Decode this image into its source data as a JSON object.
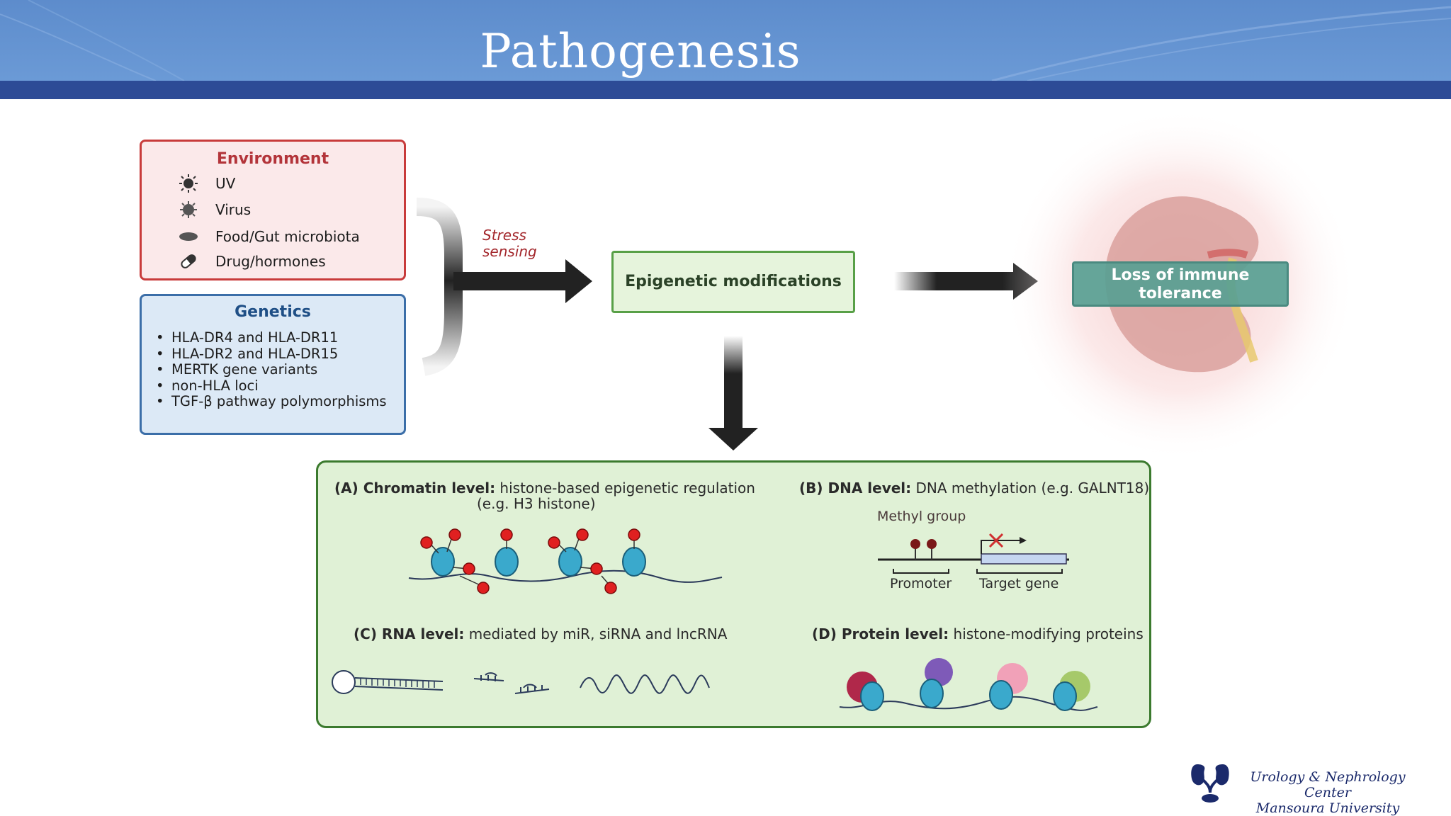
{
  "slide": {
    "title": "Pathogenesis"
  },
  "environment": {
    "title": "Environment",
    "items": [
      {
        "icon": "uv-icon",
        "label": "UV"
      },
      {
        "icon": "virus-icon",
        "label": "Virus"
      },
      {
        "icon": "gut-microbiota-icon",
        "label": "Food/Gut microbiota"
      },
      {
        "icon": "pill-icon",
        "label": "Drug/hormones"
      }
    ]
  },
  "genetics": {
    "title": "Genetics",
    "items": [
      "HLA-DR4 and HLA-DR11",
      "HLA-DR2 and HLA-DR15",
      "MERTK gene variants",
      "non-HLA loci",
      "TGF-β pathway polymorphisms"
    ]
  },
  "stress_sensing": {
    "line1": "Stress",
    "line2": "sensing"
  },
  "epigenetic": {
    "label": "Epigenetic modifications"
  },
  "outcome": {
    "line1": "Loss of immune",
    "line2": "tolerance"
  },
  "panel": {
    "a": {
      "bold": "(A) Chromatin level:",
      "text": " histone-based epigenetic regulation",
      "sub": "(e.g. H3 histone)"
    },
    "b": {
      "bold": "(B) DNA level:",
      "text": " DNA methylation (e.g. GALNT18)",
      "methyl": "Methyl group",
      "promoter": "Promoter",
      "target": "Target gene"
    },
    "c": {
      "bold": "(C) RNA level:",
      "text": " mediated by miR, siRNA and lncRNA"
    },
    "d": {
      "bold": "(D) Protein level:",
      "text": " histone-modifying proteins"
    }
  },
  "logo": {
    "line1": "Urology & Nephrology Center",
    "line2": "Mansoura University"
  },
  "colors": {
    "header": "#6b9ad6",
    "header_stripe": "#2d4b96",
    "environment_border": "#c83b3b",
    "genetics_border": "#3b6ea8",
    "epigenetic_border": "#58a047",
    "panel_fill": "#e0f1d6",
    "histone": "#3aa9cc",
    "methyl": "#e02020"
  }
}
